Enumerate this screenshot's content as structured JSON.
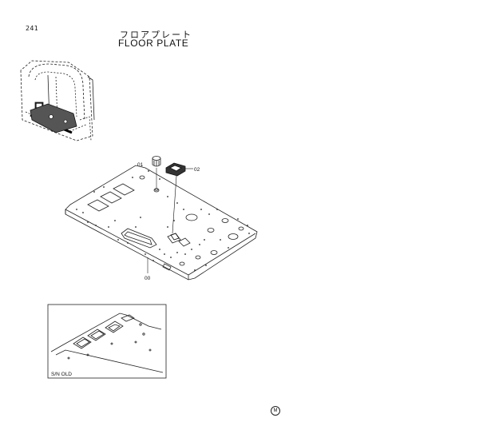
{
  "header": {
    "page_number": "241",
    "title_japanese": "フロアプレート",
    "title_english": "FLOOR PLATE"
  },
  "callouts": {
    "part_00": "00",
    "part_01": "01",
    "part_02": "02"
  },
  "inset": {
    "label": "S/N OLD"
  },
  "footer": {
    "mark": "M"
  }
}
